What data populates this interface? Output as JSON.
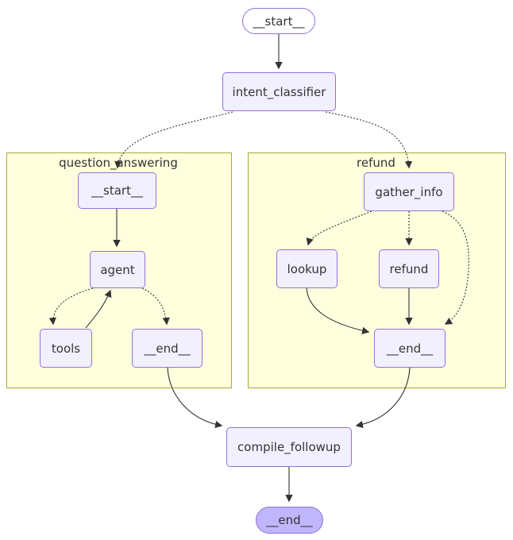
{
  "diagram": {
    "type": "flowchart",
    "framework_style": "mermaid-langgraph",
    "nodes": {
      "start_top": {
        "label": "__start__",
        "shape": "pill"
      },
      "intent_classifier": {
        "label": "intent_classifier",
        "shape": "rect"
      },
      "qa_start": {
        "label": "__start__",
        "shape": "rect"
      },
      "agent": {
        "label": "agent",
        "shape": "rect"
      },
      "tools": {
        "label": "tools",
        "shape": "rect"
      },
      "qa_end": {
        "label": "__end__",
        "shape": "rect"
      },
      "gather_info": {
        "label": "gather_info",
        "shape": "rect"
      },
      "lookup": {
        "label": "lookup",
        "shape": "rect"
      },
      "refund": {
        "label": "refund",
        "shape": "rect"
      },
      "refund_end": {
        "label": "__end__",
        "shape": "rect"
      },
      "compile_followup": {
        "label": "compile_followup",
        "shape": "rect"
      },
      "end_bottom": {
        "label": "__end__",
        "shape": "pill"
      }
    },
    "clusters": {
      "question_answering": {
        "label": "question_answering"
      },
      "refund": {
        "label": "refund"
      }
    },
    "edges": [
      {
        "from": "__start__",
        "to": "intent_classifier",
        "style": "solid"
      },
      {
        "from": "intent_classifier",
        "to": "question_answering.__start__",
        "style": "dotted"
      },
      {
        "from": "intent_classifier",
        "to": "refund.gather_info",
        "style": "dotted"
      },
      {
        "from": "question_answering.__start__",
        "to": "agent",
        "style": "solid"
      },
      {
        "from": "agent",
        "to": "tools",
        "style": "dotted"
      },
      {
        "from": "tools",
        "to": "agent",
        "style": "solid"
      },
      {
        "from": "agent",
        "to": "question_answering.__end__",
        "style": "dotted"
      },
      {
        "from": "gather_info",
        "to": "lookup",
        "style": "dotted"
      },
      {
        "from": "gather_info",
        "to": "refund.refund",
        "style": "dotted"
      },
      {
        "from": "gather_info",
        "to": "refund.__end__",
        "style": "dotted"
      },
      {
        "from": "lookup",
        "to": "refund.__end__",
        "style": "solid"
      },
      {
        "from": "refund.refund",
        "to": "refund.__end__",
        "style": "solid"
      },
      {
        "from": "question_answering.__end__",
        "to": "compile_followup",
        "style": "solid"
      },
      {
        "from": "refund.__end__",
        "to": "compile_followup",
        "style": "solid"
      },
      {
        "from": "compile_followup",
        "to": "__end__",
        "style": "solid"
      }
    ],
    "colors": {
      "node_fill": "#f2f0ff",
      "node_border": "#9370db",
      "start_fill": "#ffffff",
      "end_fill": "#bfb6fc",
      "cluster_fill": "#ffffde",
      "cluster_border": "#aaaa33",
      "edge": "#333333",
      "text": "#333333"
    }
  }
}
